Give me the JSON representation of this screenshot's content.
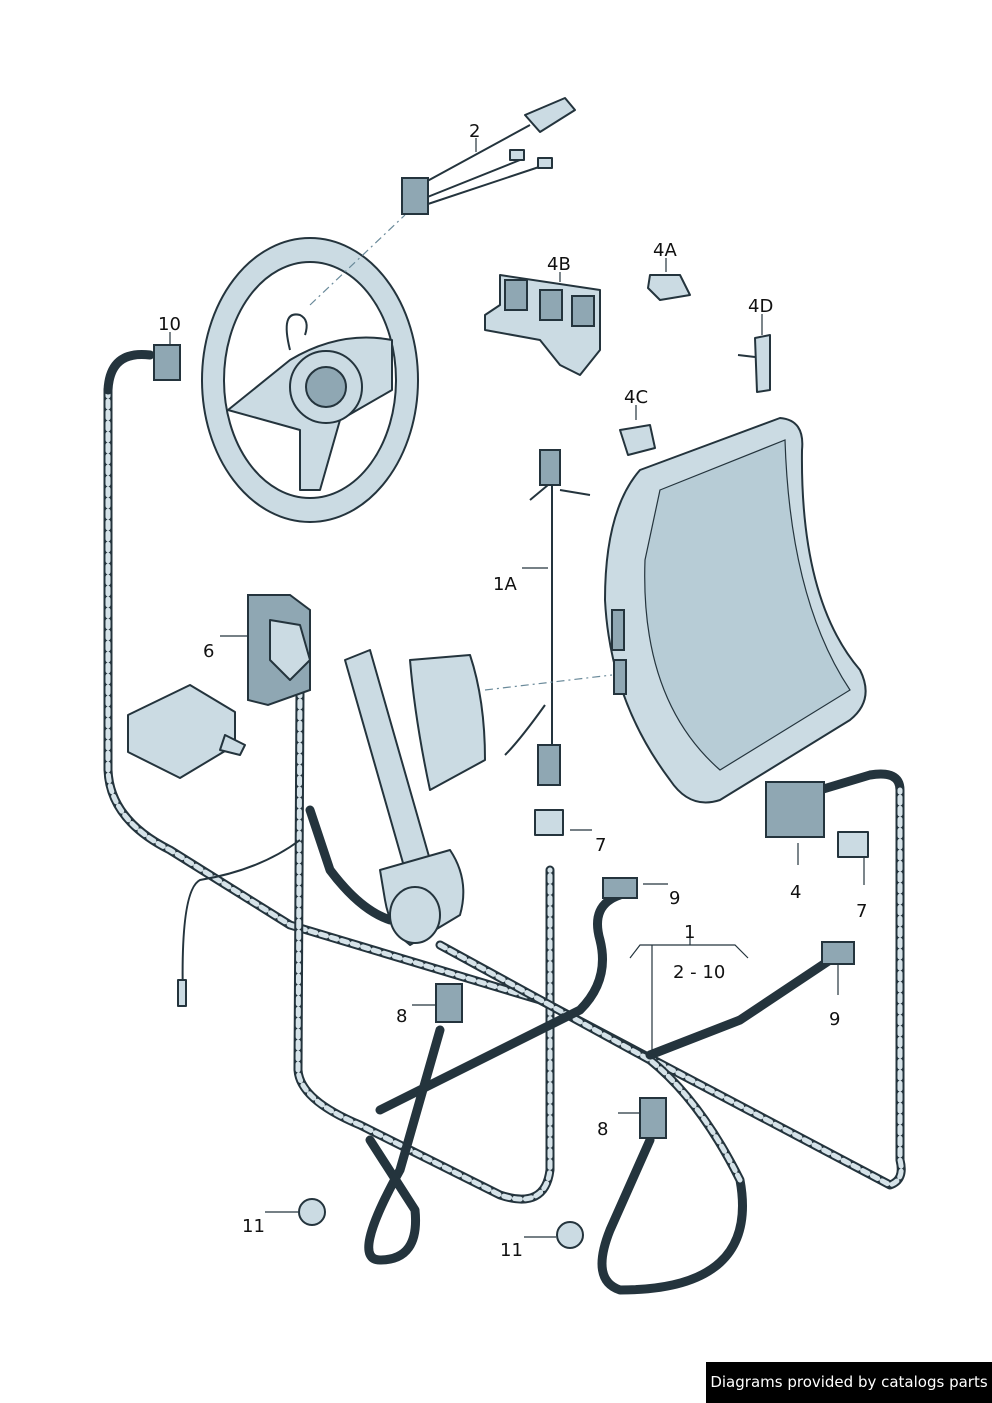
{
  "labels": {
    "p2": "2",
    "p4B": "4B",
    "p4A": "4A",
    "p4D": "4D",
    "p4C": "4C",
    "p10": "10",
    "p1A": "1A",
    "p6": "6",
    "p7a": "7",
    "p9a": "9",
    "p1": "1",
    "p2_10": "2 - 10",
    "p4": "4",
    "p7b": "7",
    "p8a": "8",
    "p9b": "9",
    "p8b": "8",
    "p11a": "11",
    "p11b": "11"
  },
  "footer": "Diagrams provided by catalogs parts",
  "colors": {
    "part_fill": "#cbdbe3",
    "outline": "#24343d",
    "footer_bg": "#000000"
  }
}
